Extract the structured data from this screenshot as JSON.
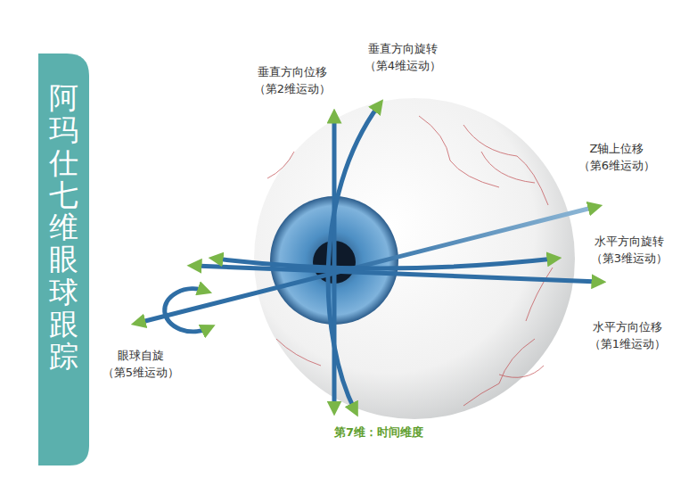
{
  "diagram": {
    "title": "阿玛仕 七维眼球跟踪",
    "labels": [
      "垂直方向位移 （第2维运动）",
      "垂直方向旋转 （第4维运动）",
      "Z轴上位移 （第6维运动）",
      "水平方向旋转 （第3维运动）",
      "水平方向位移 （第1维运动）",
      "眼球自旋 （第5维运动）",
      "第7维：时间维度"
    ]
  }
}
